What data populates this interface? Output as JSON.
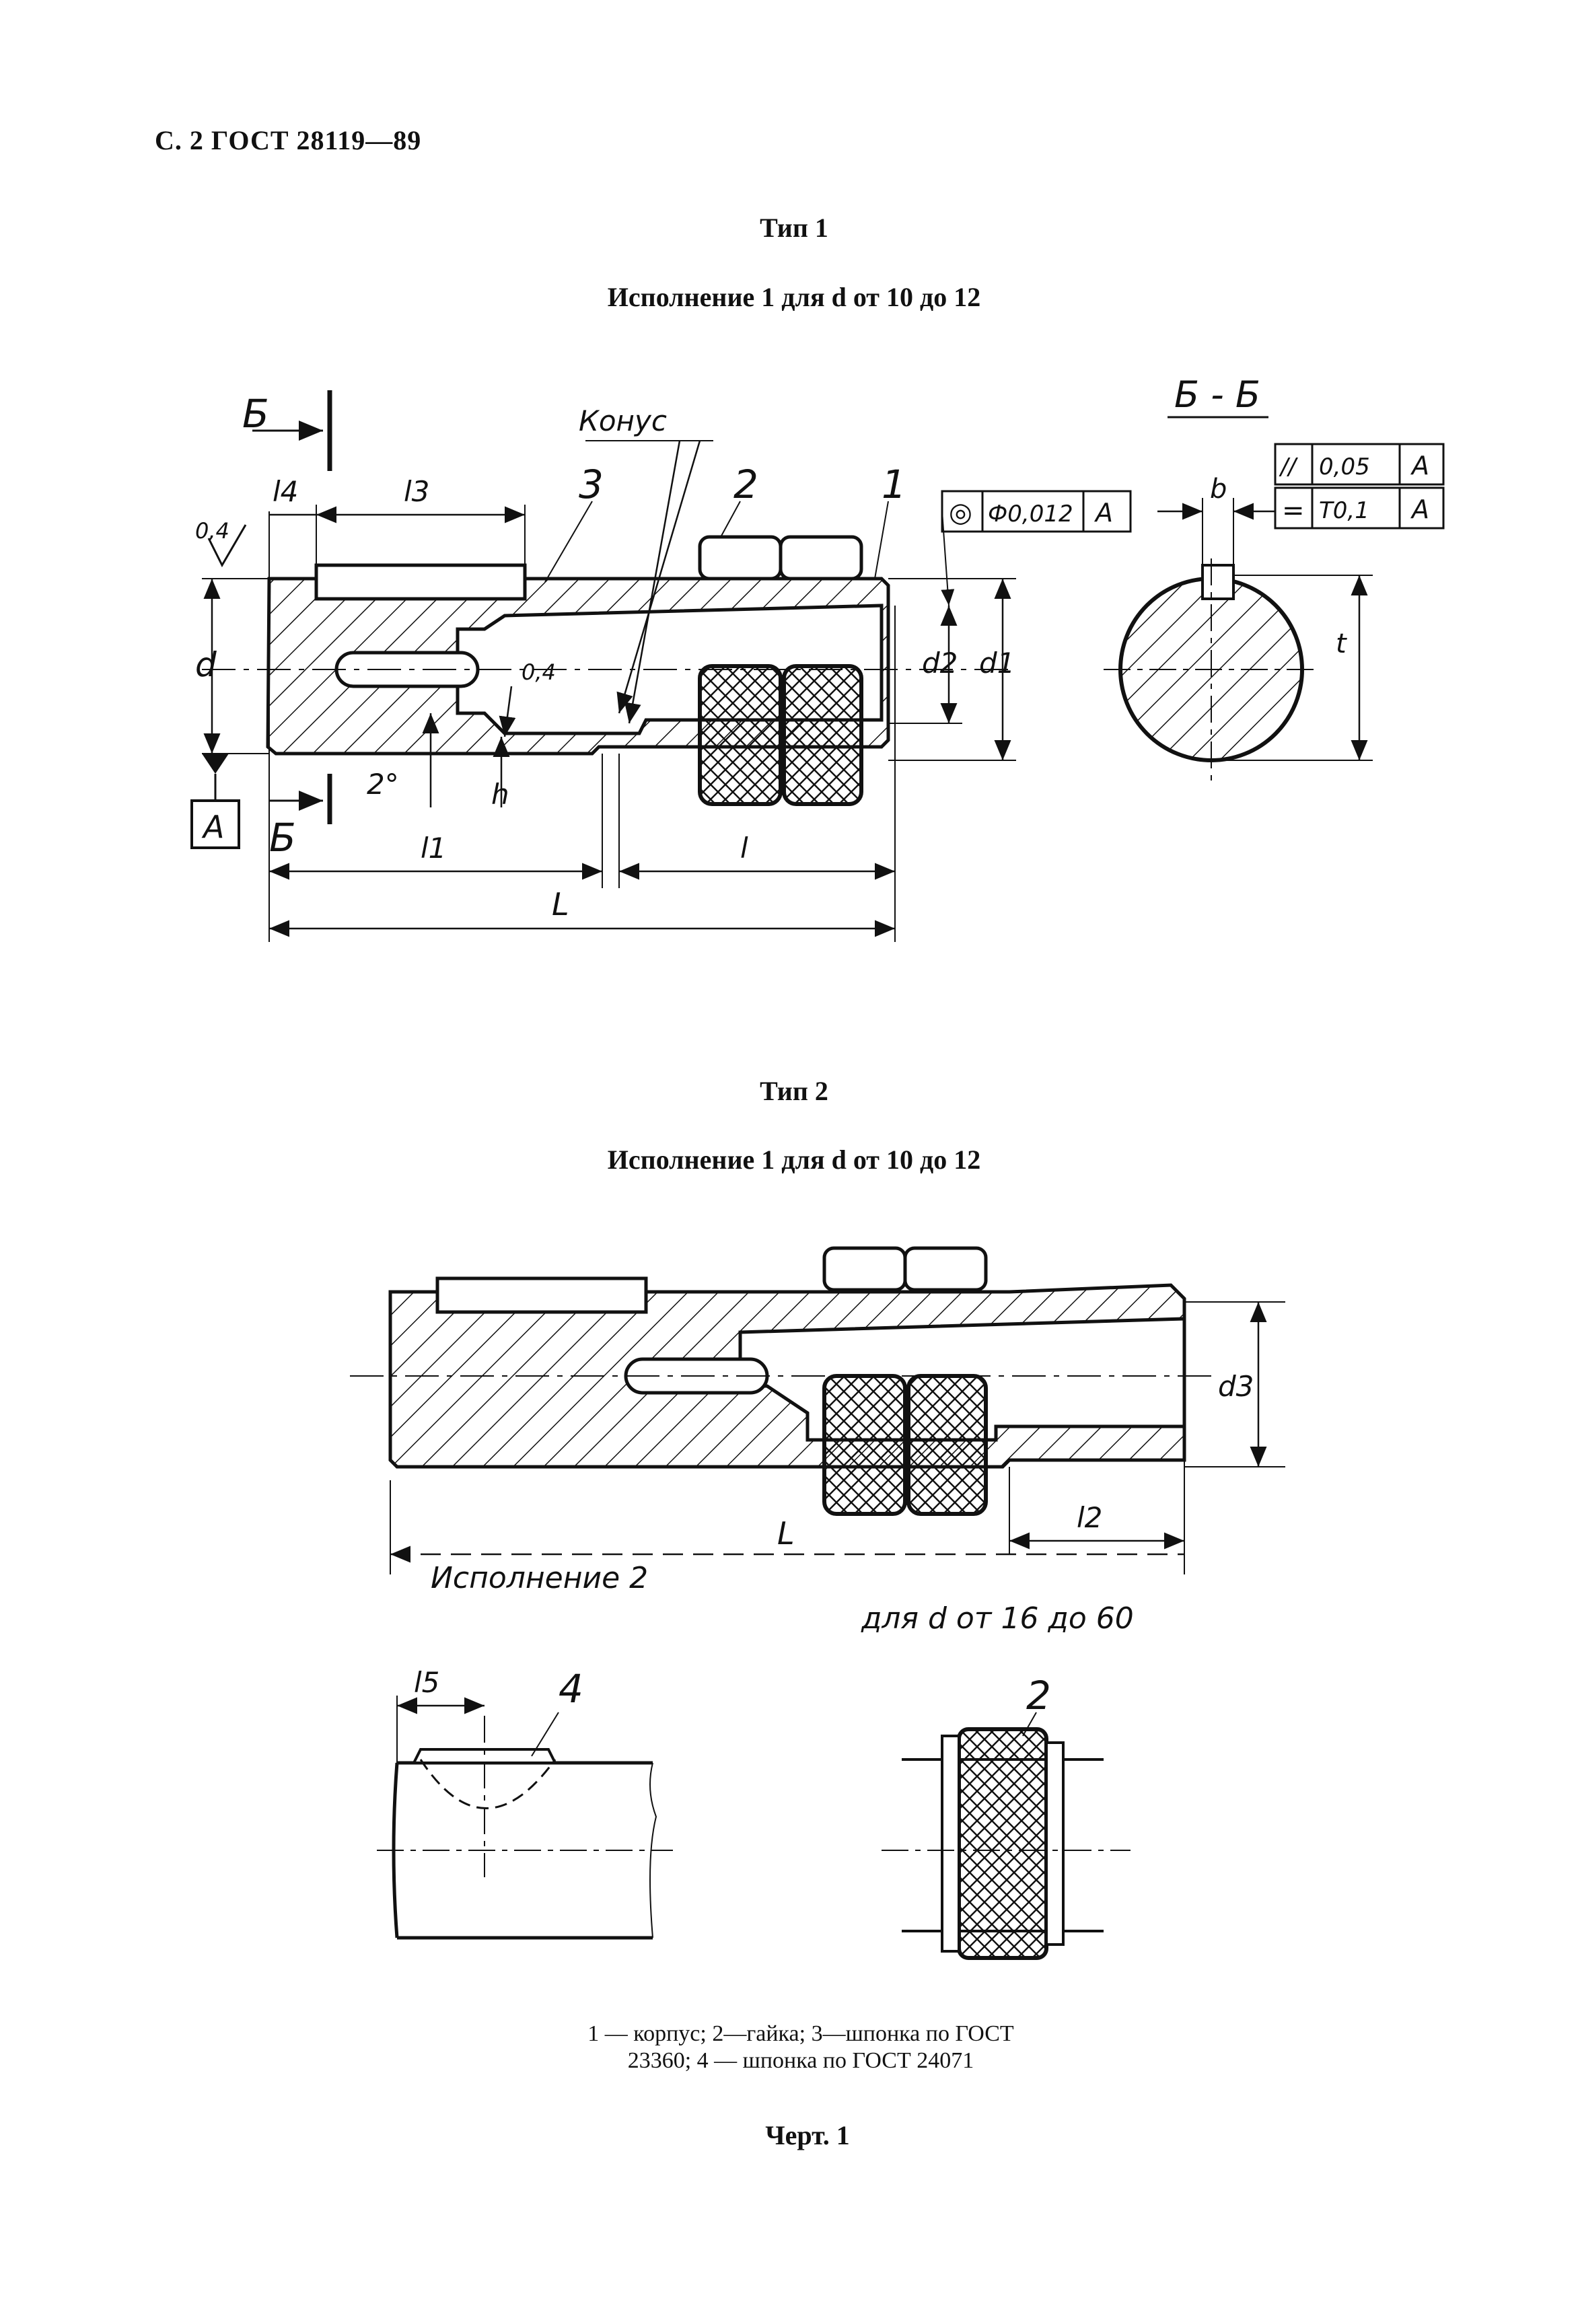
{
  "header": {
    "page_ref": "С. 2 ГОСТ 28119—89"
  },
  "sections": [
    {
      "type_label": "Тип 1",
      "variant_label": "Исполнение 1 для d от 10 до 12"
    },
    {
      "type_label": "Тип 2",
      "variant_label": "Исполнение 1 для d от 10 до 12"
    }
  ],
  "drawing1": {
    "section_mark": "Б",
    "section_title": "Б - Б",
    "cone_label": "Конус",
    "callouts": [
      "1",
      "2",
      "3"
    ],
    "dims": {
      "l4": "l4",
      "l3": "l3",
      "l1": "l1",
      "l": "l",
      "L": "L",
      "d": "d",
      "d1": "d1",
      "d2": "d2",
      "h": "h",
      "b": "b",
      "t": "t",
      "angle": "2°",
      "roughness_1": "0,4",
      "roughness_2": "0,4"
    },
    "datum": "A",
    "tol_concentric": {
      "symbol": "◎",
      "value": "Ф0,012",
      "datum": "A"
    },
    "tol_parallel": {
      "symbol": "//",
      "value": "0,05",
      "datum": "A"
    },
    "tol_symmetry": {
      "symbol": "=",
      "value": "Т0,1",
      "datum": "A"
    }
  },
  "drawing2": {
    "dims": {
      "L": "L",
      "d3": "d3",
      "l2": "l2"
    }
  },
  "drawing3": {
    "variant_label": "Исполнение 2",
    "range_label": "для d от 16 до 60",
    "dims": {
      "l5": "l5"
    },
    "callouts": [
      "4",
      "2"
    ]
  },
  "caption": {
    "line1": "1 — корпус; 2—гайка; 3—шпонка по ГОСТ",
    "line2": "23360; 4 — шпонка по ГОСТ 24071"
  },
  "figure_label": "Черт. 1"
}
